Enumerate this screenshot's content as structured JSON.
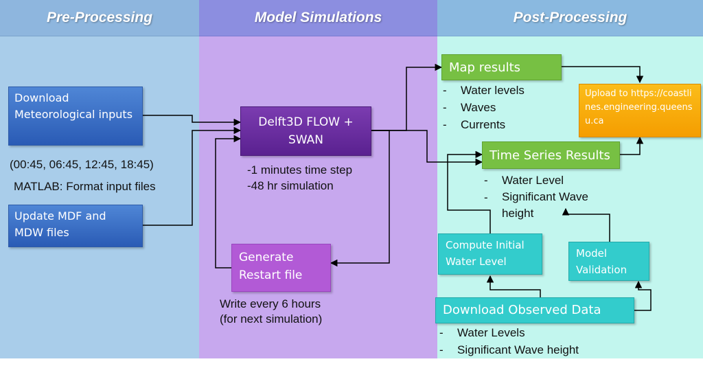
{
  "columns": {
    "pre": "Pre-Processing",
    "model": "Model Simulations",
    "post": "Post-Processing"
  },
  "pre": {
    "download_box": "Download Meteorological inputs",
    "times": "(00:45, 06:45, 12:45, 18:45)",
    "matlab": "MATLAB: Format input files",
    "update_box": "Update MDF and MDW files"
  },
  "model": {
    "delft_box": "Delft3D FLOW + SWAN",
    "step_1": "-1 minutes time step",
    "step_2": "-48 hr simulation",
    "restart_box": "Generate Restart file",
    "write_1": "Write every 6 hours",
    "write_2": "(for next simulation)"
  },
  "post": {
    "map_box": "Map results",
    "map_items": [
      "Water levels",
      "Waves",
      "Currents"
    ],
    "upload_box": "Upload to https://coastlines.engineering.queensu.ca",
    "timeseries_box": "Time Series Results",
    "ts_items": [
      "Water Level",
      "Significant Wave height"
    ],
    "compute_box": "Compute Initial Water Level",
    "validation_box": "Model Validation",
    "observed_box": "Download Observed Data",
    "obs_items": [
      "Water Levels",
      "Significant Wave height"
    ]
  },
  "colors": {
    "pre_bg": "#a9cdea",
    "model_bg": "#c7a8ee",
    "post_bg": "#c2f6ee"
  }
}
